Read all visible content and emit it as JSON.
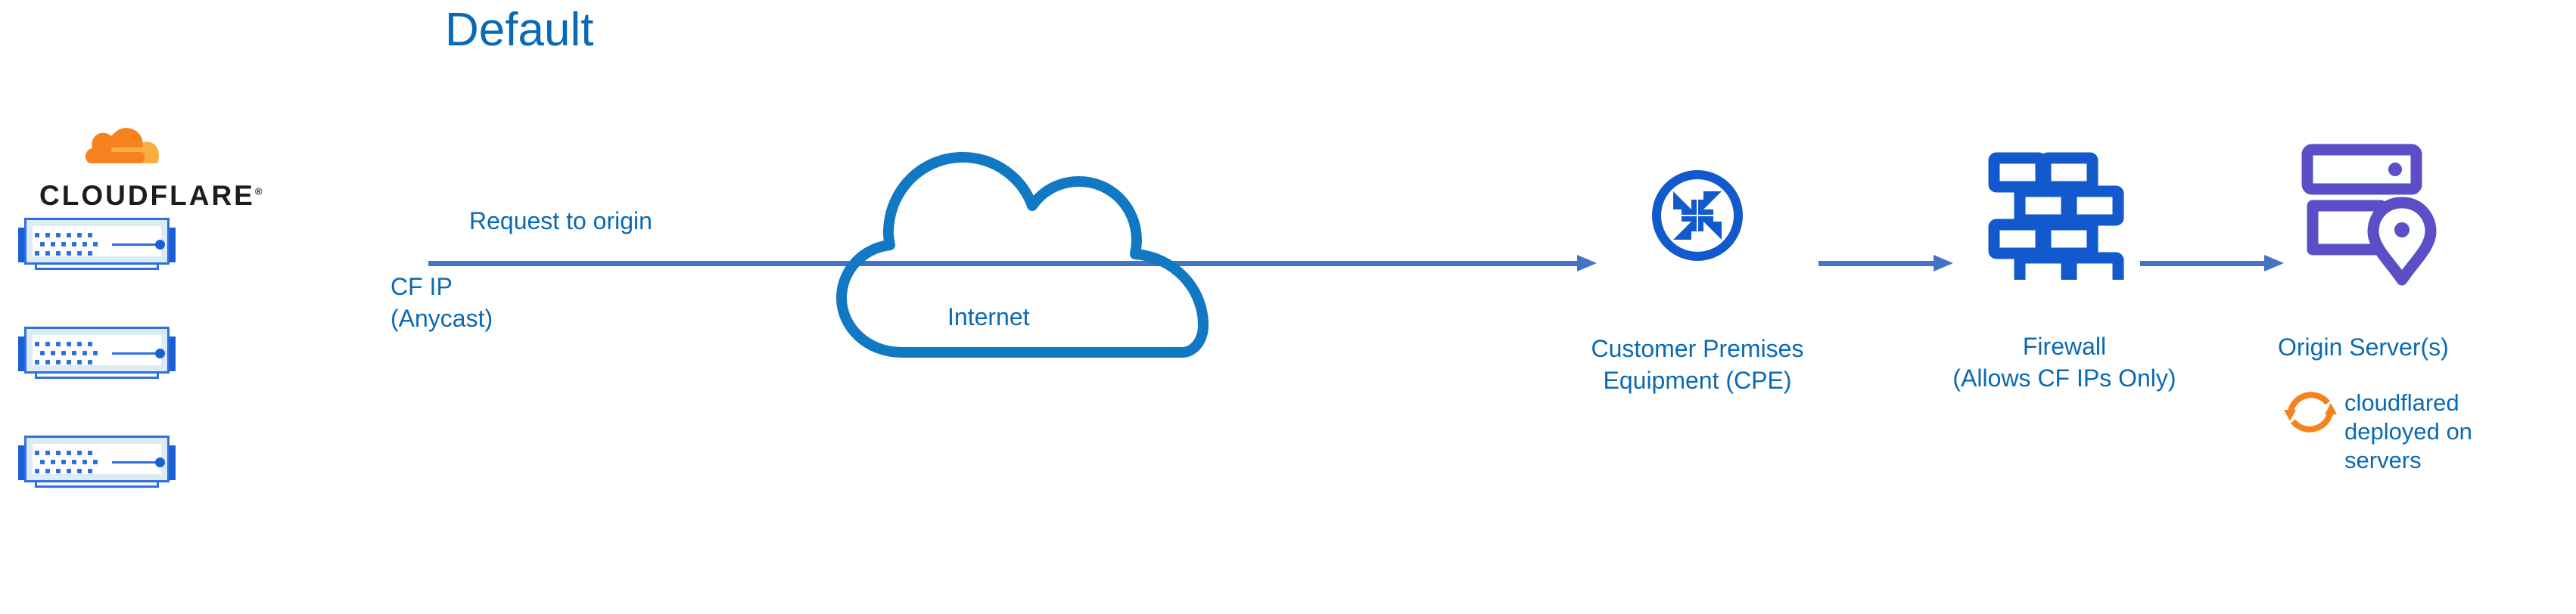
{
  "title": "Default",
  "brand": {
    "wordmark": "CLOUDFLARE",
    "registered_mark": "®",
    "cloud_icon": "cloudflare-cloud-icon",
    "orange_primary": "#f6821f",
    "orange_secondary": "#fbad41",
    "wordmark_color": "#1d1d1d"
  },
  "colors": {
    "label_blue": "#0a69b5",
    "icon_blue": "#1a5fd6",
    "arrow_blue": "#4472c4",
    "cloud_blue": "#1178c4",
    "server_purple": "#5b4ec7",
    "orange": "#f6821f",
    "background": "#ffffff"
  },
  "edge_nodes": {
    "name": "cloudflare-edge-servers",
    "count": 3,
    "icon": "server-unit-icon"
  },
  "flow": {
    "request_label": "Request to origin",
    "source_ip_label_line1": "CF IP",
    "source_ip_label_line2": "(Anycast)",
    "arrows": [
      {
        "name": "arrow-edge-to-cpe",
        "from": "cloudflare-edge",
        "to": "cpe"
      },
      {
        "name": "arrow-cpe-to-firewall",
        "from": "cpe",
        "to": "firewall"
      },
      {
        "name": "arrow-firewall-to-origin",
        "from": "firewall",
        "to": "origin-server"
      }
    ]
  },
  "nodes": {
    "internet": {
      "label": "Internet",
      "icon": "cloud-outline-icon"
    },
    "cpe": {
      "label_line1": "Customer Premises",
      "label_line2": "Equipment (CPE)",
      "icon": "router-four-arrows-icon"
    },
    "firewall": {
      "label_line1": "Firewall",
      "label_line2": "(Allows CF IPs Only)",
      "icon": "brick-wall-icon"
    },
    "origin": {
      "label": "Origin Server(s)",
      "icon": "server-with-location-pin-icon",
      "annotation": "cloudflared deployed on servers",
      "annotation_icon": "circular-sync-arrows-icon"
    }
  }
}
